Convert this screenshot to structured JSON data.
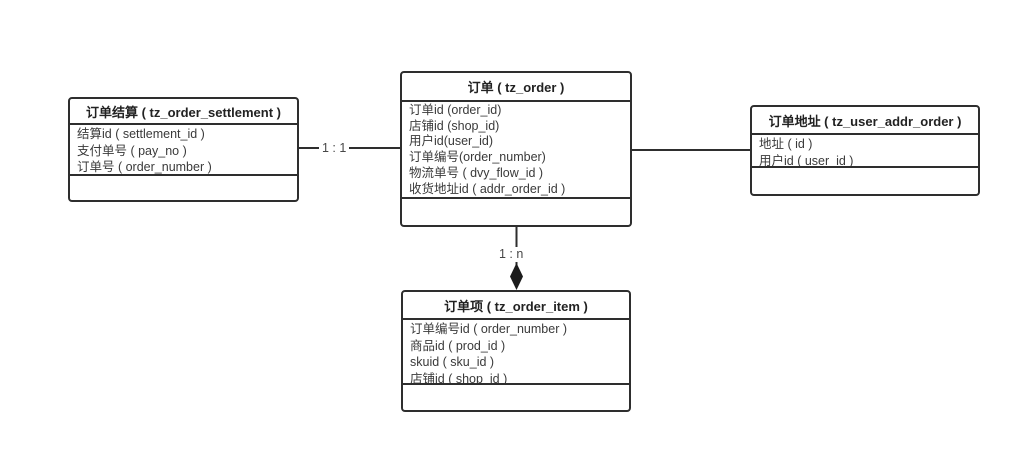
{
  "diagram": {
    "entities": [
      {
        "id": "order_settlement",
        "title": "订单结算 ( tz_order_settlement )",
        "fields": [
          "结算id ( settlement_id )",
          "支付单号 ( pay_no )",
          "订单号 ( order_number )"
        ]
      },
      {
        "id": "order",
        "title": "订单 ( tz_order )",
        "fields": [
          "订单id (order_id)",
          "店铺id (shop_id)",
          "用户id(user_id)",
          "订单编号(order_number)",
          "物流单号 ( dvy_flow_id )",
          "收货地址id ( addr_order_id )"
        ]
      },
      {
        "id": "user_addr_order",
        "title": "订单地址 ( tz_user_addr_order )",
        "fields": [
          "地址 ( id )",
          "用户id ( user_id )"
        ]
      },
      {
        "id": "order_item",
        "title": "订单项 ( tz_order_item )",
        "fields": [
          "订单编号id ( order_number )",
          "商品id ( prod_id )",
          "skuid ( sku_id )",
          "店铺id ( shop_id )"
        ]
      }
    ],
    "relations": [
      {
        "from": "order_settlement",
        "to": "order",
        "label": "1 : 1"
      },
      {
        "from": "order",
        "to": "user_addr_order",
        "label": ""
      },
      {
        "from": "order",
        "to": "order_item",
        "label": "1 : n",
        "arrow": "filled-diamond"
      }
    ],
    "colors": {
      "border": "#2e2e2e",
      "text": "#3a3a3a",
      "background": "#ffffff"
    }
  }
}
